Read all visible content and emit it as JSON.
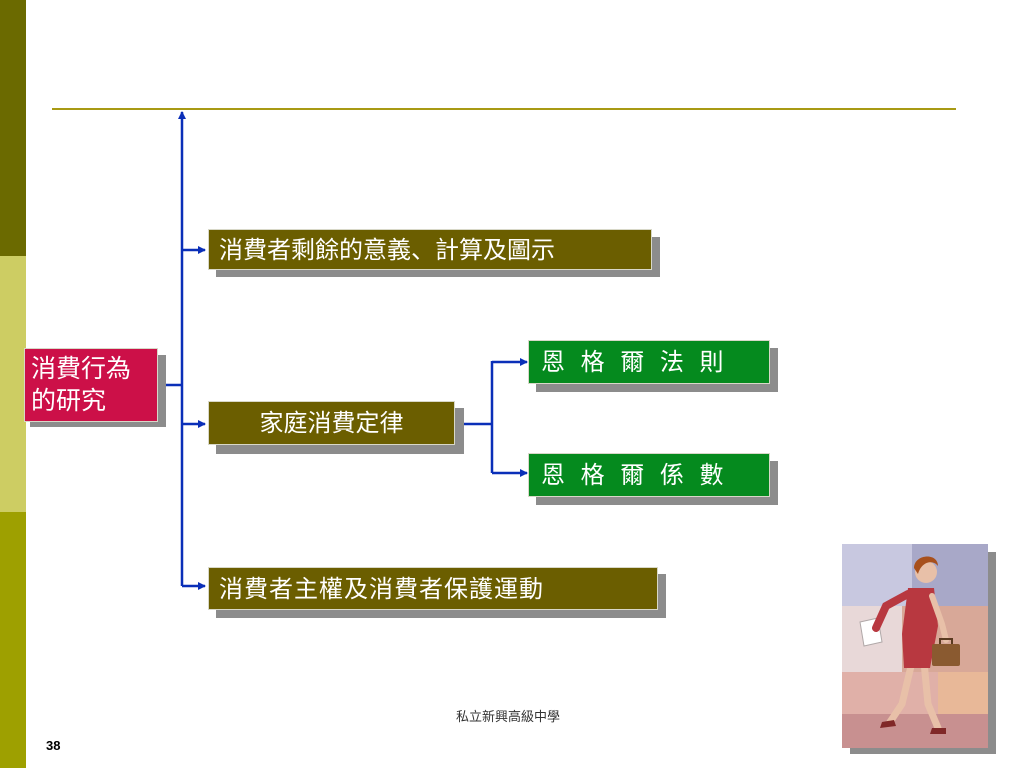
{
  "root": {
    "line1": "消費行為",
    "line2": "的研究"
  },
  "branches": {
    "b1": "消費者剩餘的意義、計算及圖示",
    "b2": "家庭消費定律",
    "b3": "消費者主權及消費者保護運動"
  },
  "sub_branches": {
    "s1": "恩 格 爾 法 則",
    "s2": "恩 格 爾 係 數"
  },
  "footer": {
    "school": "私立新興高級中學",
    "page_number": "38"
  },
  "colors": {
    "root": "#cc1048",
    "branch": "#6b5e00",
    "sub_branch": "#058a1e",
    "connector": "#0a2fb8",
    "rule": "#a89a14",
    "side_bar_dark": "#6b6a00",
    "side_bar_light": "#cdcd63",
    "side_bar_mid": "#9ea000"
  },
  "icons": {
    "illustration": "woman-with-briefcase-clipart"
  }
}
